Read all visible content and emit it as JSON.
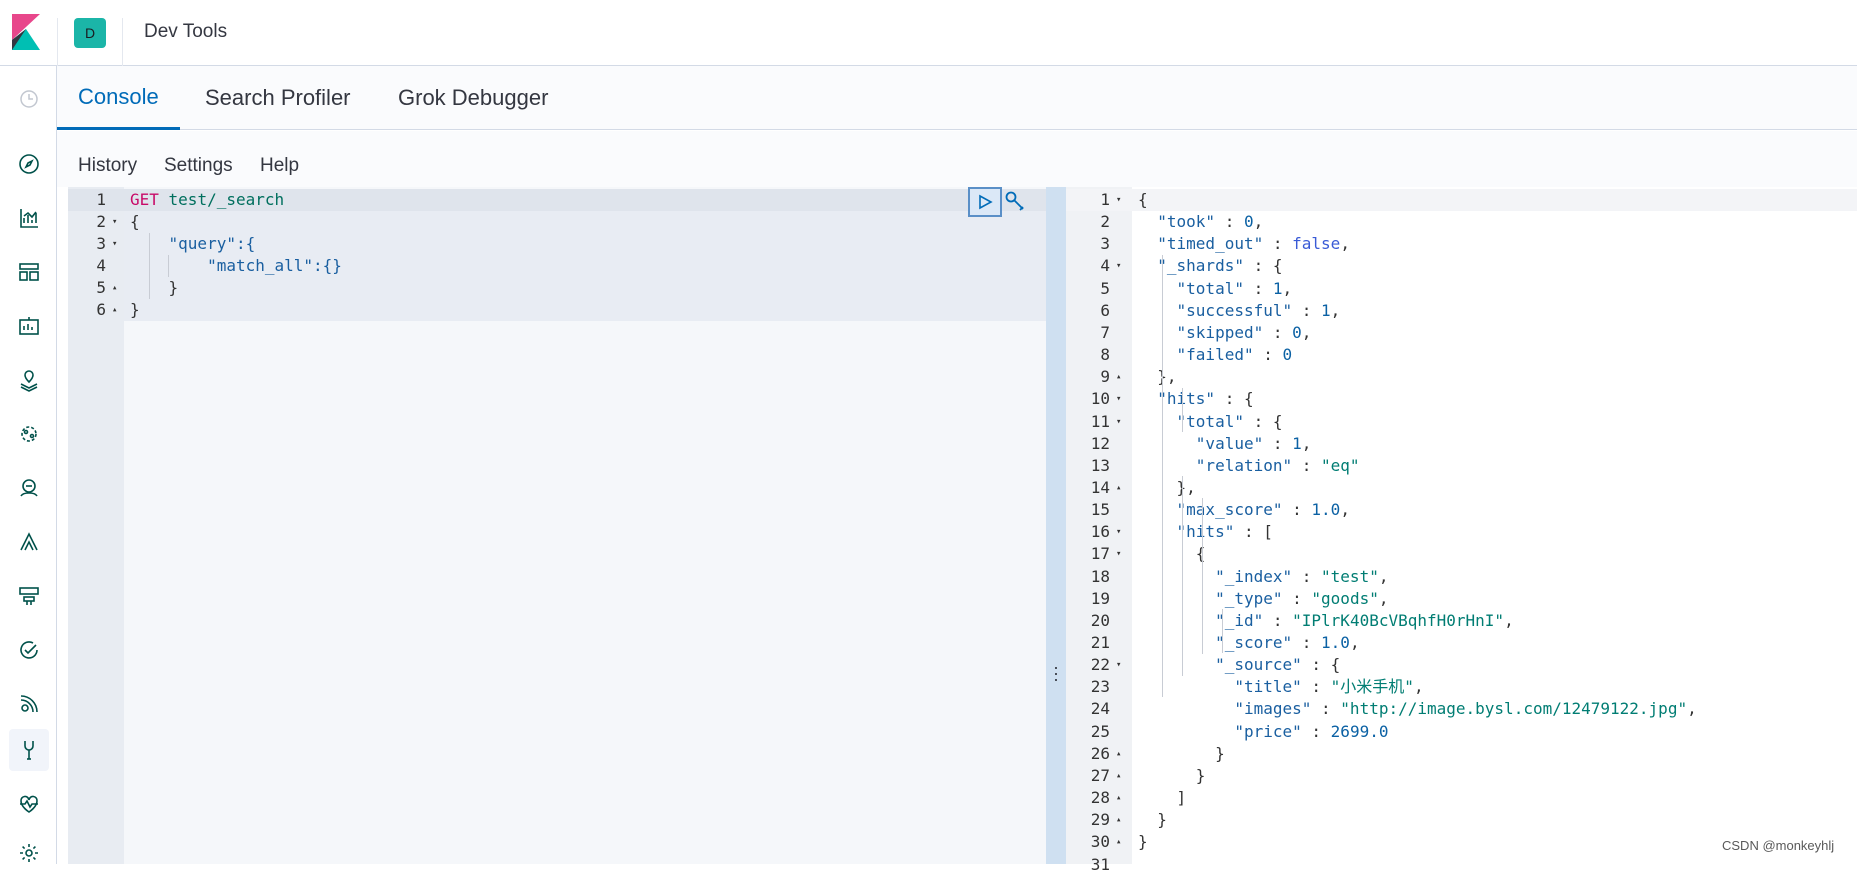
{
  "header": {
    "space_initial": "D",
    "app_title": "Dev Tools"
  },
  "tabs": [
    {
      "label": "Console"
    },
    {
      "label": "Search Profiler"
    },
    {
      "label": "Grok Debugger"
    }
  ],
  "menu": [
    {
      "label": "History"
    },
    {
      "label": "Settings"
    },
    {
      "label": "Help"
    }
  ],
  "sidenav_icons": [
    "clock-icon",
    "compass-icon",
    "visualize-icon",
    "dashboard-icon",
    "canvas-icon",
    "maps-icon",
    "ml-icon",
    "metrics-icon",
    "logs-icon",
    "apm-icon",
    "uptime-icon",
    "siem-icon",
    "dev-tools-icon",
    "monitoring-icon",
    "management-icon"
  ],
  "request": {
    "lines": [
      {
        "n": "1",
        "fold": "",
        "method": "GET",
        "url": " test/_search",
        "text": ""
      },
      {
        "n": "2",
        "fold": "▾",
        "text": "{"
      },
      {
        "n": "3",
        "fold": "▾",
        "text": "    \"query\":{"
      },
      {
        "n": "4",
        "fold": "",
        "text": "        \"match_all\":{}"
      },
      {
        "n": "5",
        "fold": "▴",
        "text": "    }"
      },
      {
        "n": "6",
        "fold": "▴",
        "text": "}"
      }
    ]
  },
  "response": {
    "lines": [
      {
        "n": "1",
        "fold": "▾",
        "p": "{"
      },
      {
        "n": "2",
        "fold": "",
        "indent": "  ",
        "key": "\"took\"",
        "sep": " : ",
        "val": "0",
        "vt": "num",
        "tail": ","
      },
      {
        "n": "3",
        "fold": "",
        "indent": "  ",
        "key": "\"timed_out\"",
        "sep": " : ",
        "val": "false",
        "vt": "bool",
        "tail": ","
      },
      {
        "n": "4",
        "fold": "▾",
        "indent": "  ",
        "key": "\"_shards\"",
        "sep": " : ",
        "val": "",
        "vt": "",
        "tail": "{"
      },
      {
        "n": "5",
        "fold": "",
        "indent": "    ",
        "key": "\"total\"",
        "sep": " : ",
        "val": "1",
        "vt": "num",
        "tail": ","
      },
      {
        "n": "6",
        "fold": "",
        "indent": "    ",
        "key": "\"successful\"",
        "sep": " : ",
        "val": "1",
        "vt": "num",
        "tail": ","
      },
      {
        "n": "7",
        "fold": "",
        "indent": "    ",
        "key": "\"skipped\"",
        "sep": " : ",
        "val": "0",
        "vt": "num",
        "tail": ","
      },
      {
        "n": "8",
        "fold": "",
        "indent": "    ",
        "key": "\"failed\"",
        "sep": " : ",
        "val": "0",
        "vt": "num",
        "tail": ""
      },
      {
        "n": "9",
        "fold": "▴",
        "p": "  },"
      },
      {
        "n": "10",
        "fold": "▾",
        "indent": "  ",
        "key": "\"hits\"",
        "sep": " : ",
        "val": "",
        "vt": "",
        "tail": "{"
      },
      {
        "n": "11",
        "fold": "▾",
        "indent": "    ",
        "key": "\"total\"",
        "sep": " : ",
        "val": "",
        "vt": "",
        "tail": "{"
      },
      {
        "n": "12",
        "fold": "",
        "indent": "      ",
        "key": "\"value\"",
        "sep": " : ",
        "val": "1",
        "vt": "num",
        "tail": ","
      },
      {
        "n": "13",
        "fold": "",
        "indent": "      ",
        "key": "\"relation\"",
        "sep": " : ",
        "val": "\"eq\"",
        "vt": "str",
        "tail": ""
      },
      {
        "n": "14",
        "fold": "▴",
        "p": "    },"
      },
      {
        "n": "15",
        "fold": "",
        "indent": "    ",
        "key": "\"max_score\"",
        "sep": " : ",
        "val": "1.0",
        "vt": "num",
        "tail": ","
      },
      {
        "n": "16",
        "fold": "▾",
        "indent": "    ",
        "key": "\"hits\"",
        "sep": " : ",
        "val": "",
        "vt": "",
        "tail": "["
      },
      {
        "n": "17",
        "fold": "▾",
        "p": "      {"
      },
      {
        "n": "18",
        "fold": "",
        "indent": "        ",
        "key": "\"_index\"",
        "sep": " : ",
        "val": "\"test\"",
        "vt": "str",
        "tail": ","
      },
      {
        "n": "19",
        "fold": "",
        "indent": "        ",
        "key": "\"_type\"",
        "sep": " : ",
        "val": "\"goods\"",
        "vt": "str",
        "tail": ","
      },
      {
        "n": "20",
        "fold": "",
        "indent": "        ",
        "key": "\"_id\"",
        "sep": " : ",
        "val": "\"IPlrK40BcVBqhfH0rHnI\"",
        "vt": "str",
        "tail": ","
      },
      {
        "n": "21",
        "fold": "",
        "indent": "        ",
        "key": "\"_score\"",
        "sep": " : ",
        "val": "1.0",
        "vt": "num",
        "tail": ","
      },
      {
        "n": "22",
        "fold": "▾",
        "indent": "        ",
        "key": "\"_source\"",
        "sep": " : ",
        "val": "",
        "vt": "",
        "tail": "{"
      },
      {
        "n": "23",
        "fold": "",
        "indent": "          ",
        "key": "\"title\"",
        "sep": " : ",
        "val": "\"小米手机\"",
        "vt": "str",
        "tail": ","
      },
      {
        "n": "24",
        "fold": "",
        "indent": "          ",
        "key": "\"images\"",
        "sep": " : ",
        "val": "\"http://image.bysl.com/12479122.jpg\"",
        "vt": "str",
        "tail": ","
      },
      {
        "n": "25",
        "fold": "",
        "indent": "          ",
        "key": "\"price\"",
        "sep": " : ",
        "val": "2699.0",
        "vt": "num",
        "tail": ""
      },
      {
        "n": "26",
        "fold": "▴",
        "p": "        }"
      },
      {
        "n": "27",
        "fold": "▴",
        "p": "      }"
      },
      {
        "n": "28",
        "fold": "▴",
        "p": "    ]"
      },
      {
        "n": "29",
        "fold": "▴",
        "p": "  }"
      },
      {
        "n": "30",
        "fold": "▴",
        "p": "}"
      },
      {
        "n": "31",
        "fold": "",
        "p": ""
      }
    ]
  },
  "watermark": "CSDN @monkeyhlj",
  "colors": {
    "accent": "#006bb8",
    "badge": "#1bb5a8",
    "method": "#c80a68",
    "string": "#017d73",
    "number": "#0b61a4"
  }
}
